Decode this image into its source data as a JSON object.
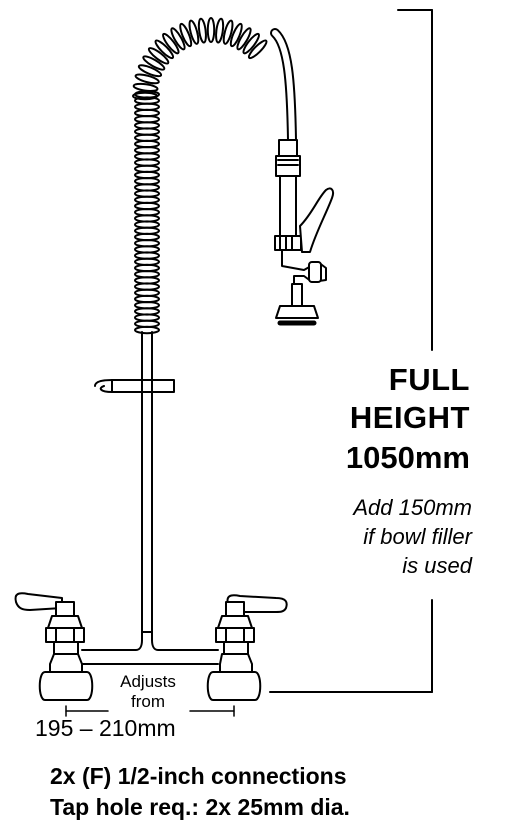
{
  "dimension": {
    "line1": "FULL",
    "line2": "HEIGHT",
    "value": "1050mm"
  },
  "note": {
    "line1": "Add 150mm",
    "line2": "if bowl filler",
    "line3": "is used"
  },
  "adjust": {
    "line1": "Adjusts",
    "line2": "from",
    "range": "195 – 210mm"
  },
  "specs": {
    "line1": "2x (F) 1/2-inch connections",
    "line2": "Tap hole req.: 2x 25mm dia."
  },
  "colors": {
    "ink": "#000000",
    "paper": "#ffffff"
  }
}
